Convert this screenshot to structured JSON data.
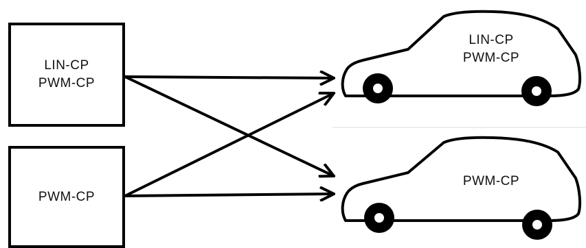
{
  "colors": {
    "stroke": "#000000",
    "background": "#ffffff"
  },
  "charger_top": {
    "line1": "LIN-CP",
    "line2": "PWM-CP"
  },
  "charger_bottom": {
    "line1": "PWM-CP"
  },
  "car_top": {
    "line1": "LIN-CP",
    "line2": "PWM-CP"
  },
  "car_bottom": {
    "line1": "PWM-CP"
  },
  "icons": {
    "car": "car-icon",
    "wheel": "wheel-icon",
    "arrow": "arrowhead-icon"
  }
}
